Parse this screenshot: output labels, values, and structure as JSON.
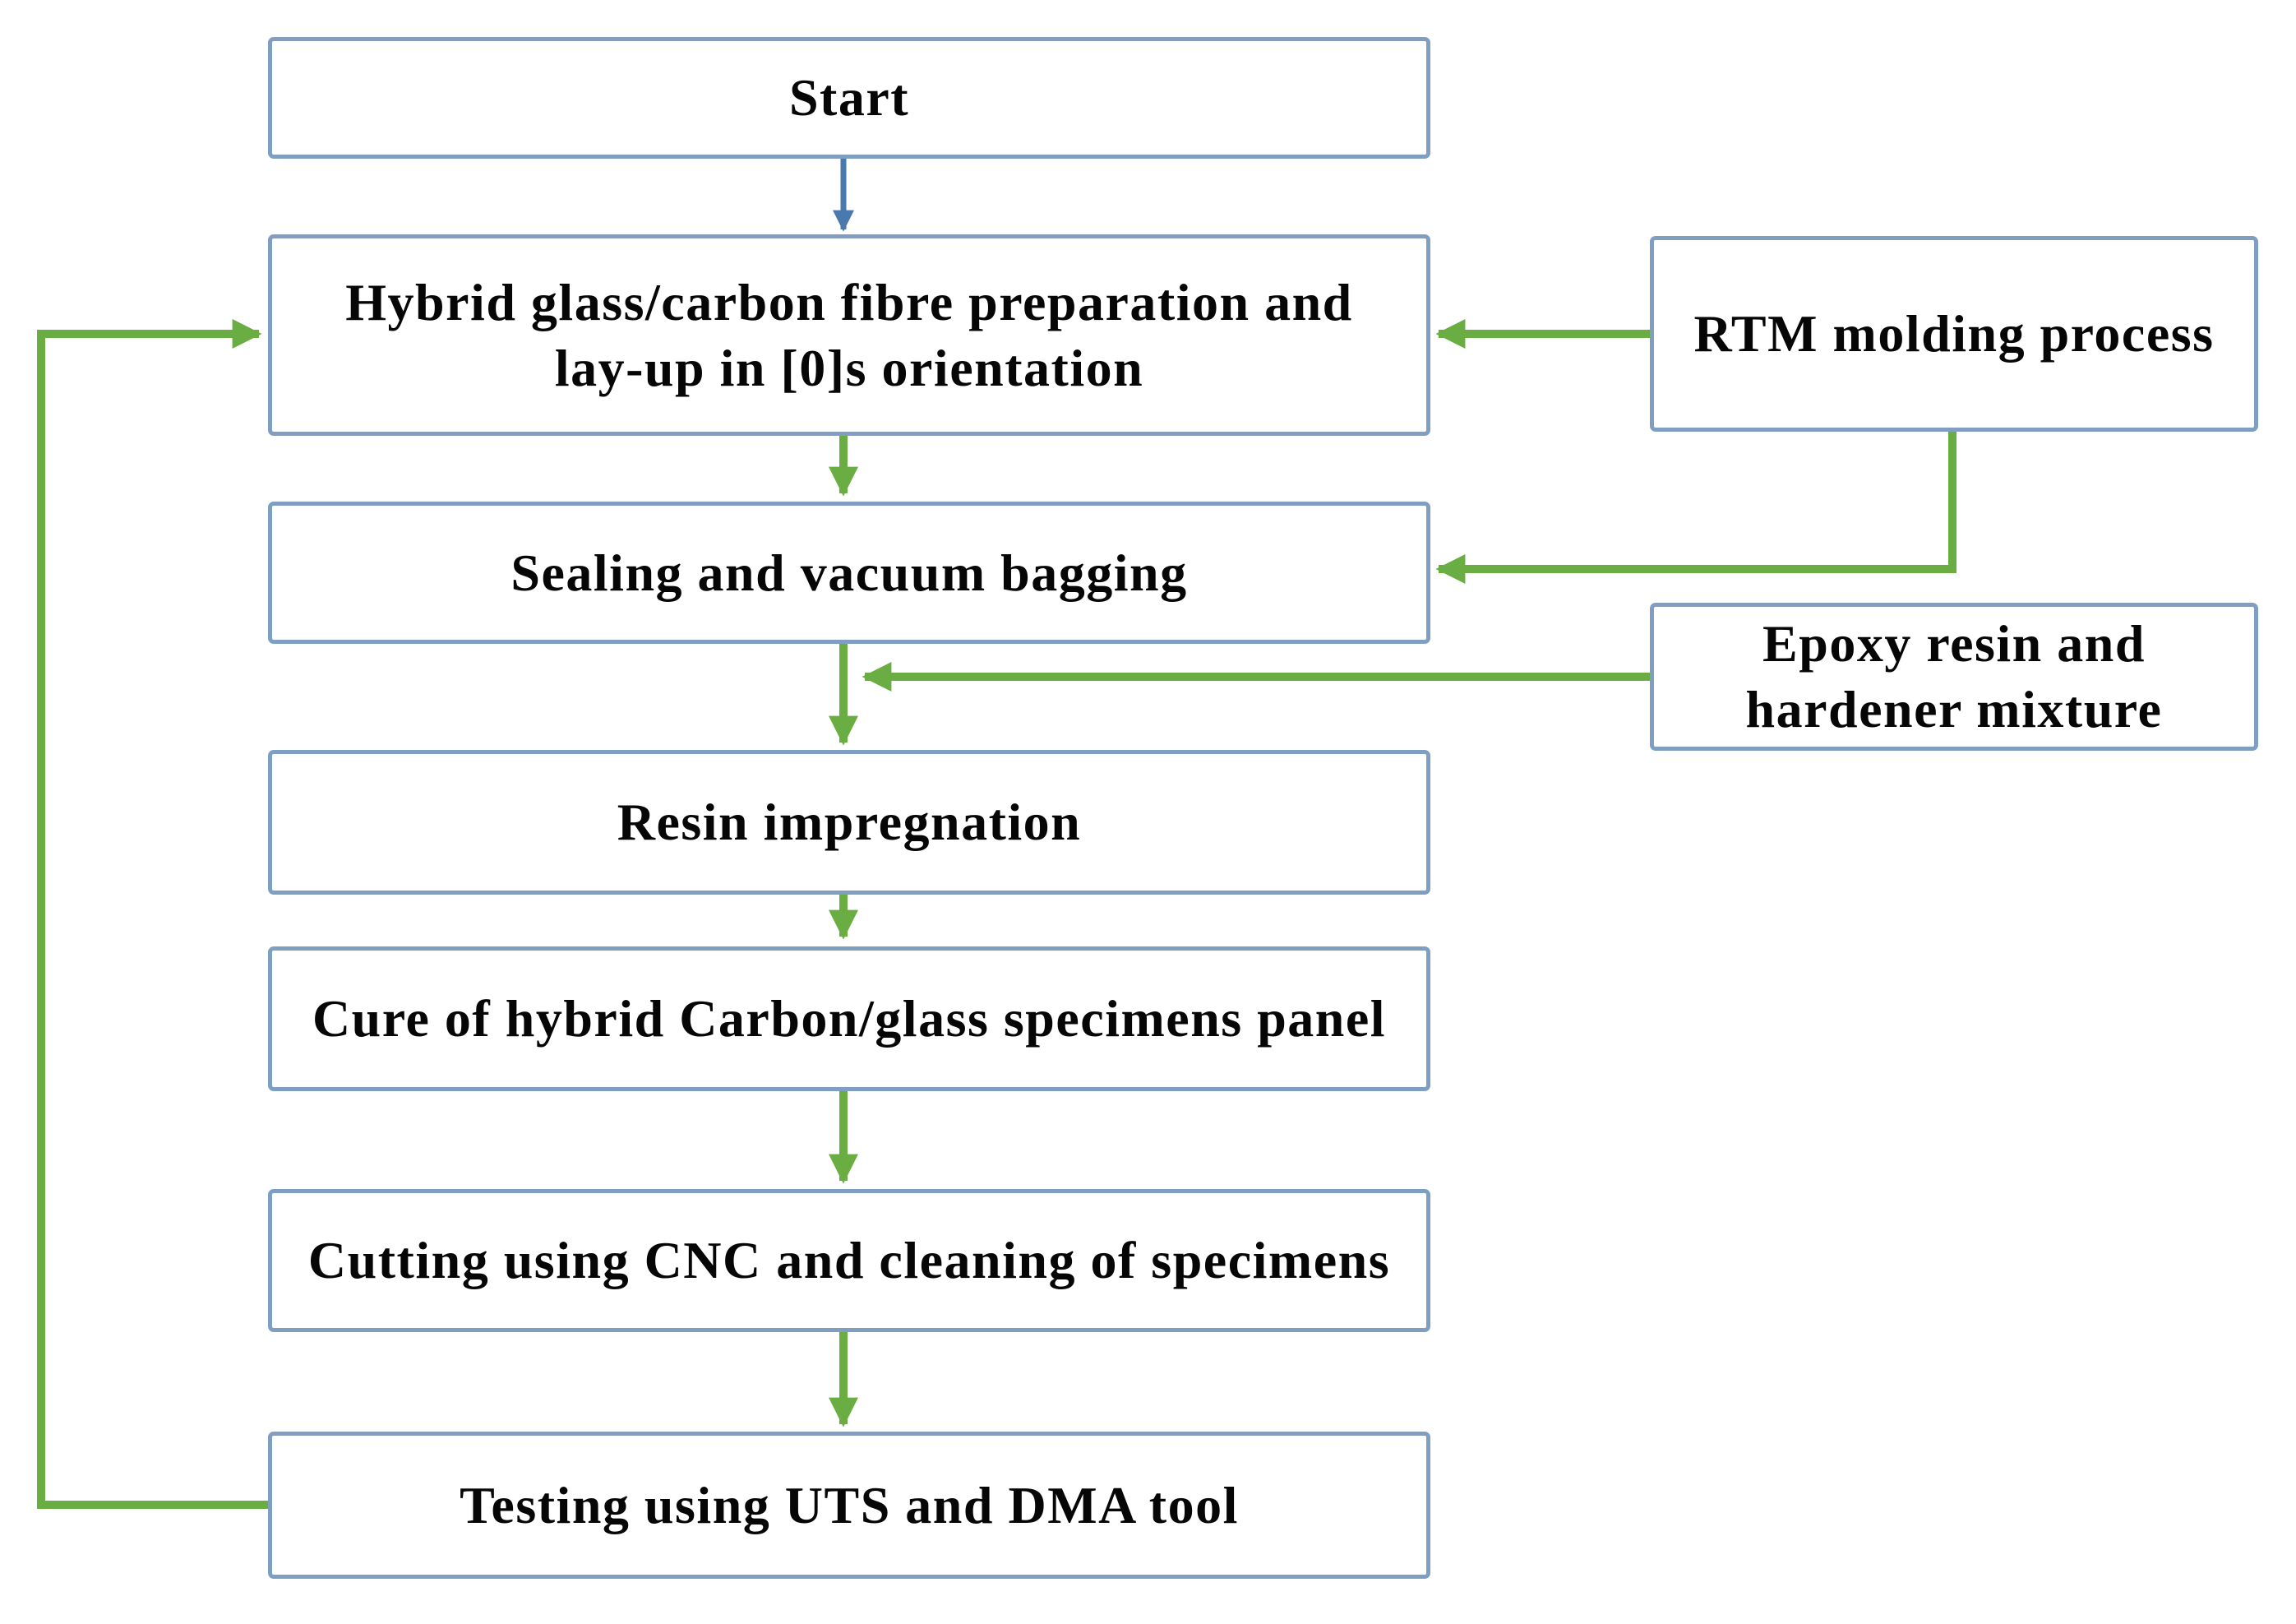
{
  "diagram": {
    "type": "flowchart",
    "nodes": {
      "start": {
        "label": "Start"
      },
      "hybrid": {
        "label": "Hybrid glass/carbon fibre preparation and lay-up in [0]s orientation"
      },
      "sealing": {
        "label": "Sealing and vacuum bagging"
      },
      "resin": {
        "label": "Resin impregnation"
      },
      "cure": {
        "label": "Cure of hybrid Carbon/glass specimens panel"
      },
      "cutting": {
        "label": "Cutting using CNC and cleaning of specimens"
      },
      "testing": {
        "label": "Testing using UTS and DMA tool"
      },
      "rtm": {
        "label": "RTM molding process"
      },
      "epoxy": {
        "label": "Epoxy resin and hardener mixture"
      }
    },
    "edges": [
      {
        "id": "start-to-hybrid",
        "from": "start",
        "to": "hybrid",
        "color": "blue"
      },
      {
        "id": "hybrid-to-sealing",
        "from": "hybrid",
        "to": "sealing",
        "color": "green"
      },
      {
        "id": "sealing-to-resin",
        "from": "sealing",
        "to": "resin",
        "color": "green"
      },
      {
        "id": "epoxy-to-flow",
        "from": "epoxy",
        "to": "sealing-to-resin connector",
        "color": "green"
      },
      {
        "id": "resin-to-cure",
        "from": "resin",
        "to": "cure",
        "color": "green"
      },
      {
        "id": "cure-to-cutting",
        "from": "cure",
        "to": "cutting",
        "color": "green"
      },
      {
        "id": "cutting-to-testing",
        "from": "cutting",
        "to": "testing",
        "color": "green"
      },
      {
        "id": "rtm-to-hybrid",
        "from": "rtm",
        "to": "hybrid",
        "color": "green"
      },
      {
        "id": "rtm-to-sealing",
        "from": "rtm",
        "to": "sealing",
        "color": "green"
      },
      {
        "id": "testing-to-hybrid-feedback",
        "from": "testing",
        "to": "hybrid",
        "color": "green",
        "kind": "feedback-loop"
      }
    ]
  },
  "colors": {
    "box_border": "#7e9fc2",
    "box_fill": "#ffffff",
    "arrow_green": "#6aad42",
    "arrow_blue": "#4a7aad",
    "text": "#060606",
    "background": "#ffffff"
  }
}
